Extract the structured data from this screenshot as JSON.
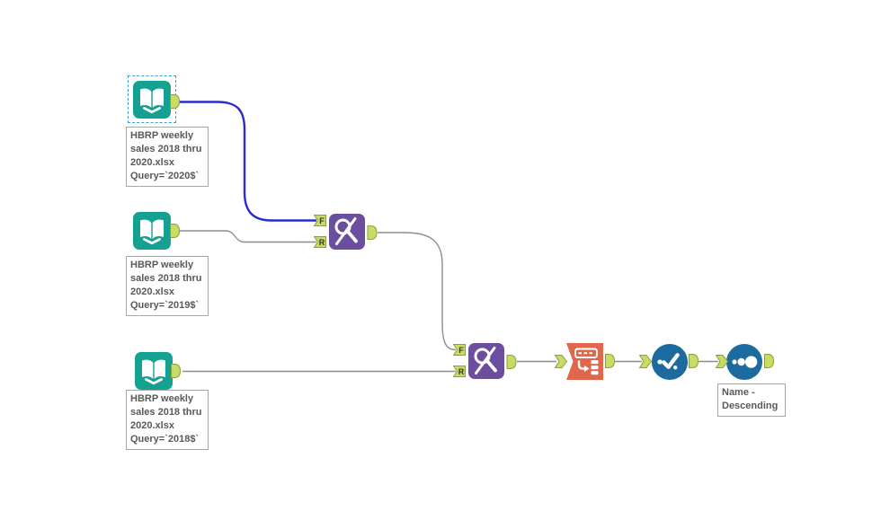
{
  "canvas": {
    "description": "Alteryx workflow canvas"
  },
  "tools": [
    {
      "name": "input-data-2020",
      "type": "input-data",
      "selected": true,
      "annotation": "HBRP weekly\nsales 2018 thru\n2020.xlsx\nQuery=`2020$`"
    },
    {
      "name": "input-data-2019",
      "type": "input-data",
      "selected": false,
      "annotation": "HBRP weekly\nsales 2018 thru\n2020.xlsx\nQuery=`2019$`"
    },
    {
      "name": "input-data-2018",
      "type": "input-data",
      "selected": false,
      "annotation": "HBRP weekly\nsales 2018 thru\n2020.xlsx\nQuery=`2018$`"
    },
    {
      "name": "find-replace-1",
      "type": "find-replace",
      "input_anchors": [
        "F",
        "R"
      ]
    },
    {
      "name": "find-replace-2",
      "type": "find-replace",
      "input_anchors": [
        "F",
        "R"
      ]
    },
    {
      "name": "transpose",
      "type": "transpose"
    },
    {
      "name": "unique",
      "type": "unique"
    },
    {
      "name": "sort",
      "type": "sort",
      "annotation": "Name -\nDescending"
    }
  ],
  "connections": [
    {
      "from": "input-data-2020",
      "to": "find-replace-1:F",
      "selected": true
    },
    {
      "from": "input-data-2019",
      "to": "find-replace-1:R",
      "selected": false
    },
    {
      "from": "find-replace-1",
      "to": "find-replace-2:F",
      "selected": false
    },
    {
      "from": "input-data-2018",
      "to": "find-replace-2:R",
      "selected": false
    },
    {
      "from": "find-replace-2",
      "to": "transpose",
      "selected": false
    },
    {
      "from": "transpose",
      "to": "unique",
      "selected": false
    },
    {
      "from": "unique",
      "to": "sort",
      "selected": false
    }
  ],
  "colors": {
    "input_tool_teal": "#14a191",
    "join_category_purple": "#6c4e9e",
    "transform_category_orange": "#e0664c",
    "preparation_blue": "#1d6a9e",
    "anchor_green_fill": "#c9db64",
    "anchor_green_border": "#86a03a",
    "selected_connection_blue": "#2b2bd2",
    "connection_gray": "#8e8e8e",
    "annotation_text_gray": "#595959",
    "selection_dash_blue": "#3aa0dc",
    "annotation_marker_yellow": "#f7f45e"
  }
}
